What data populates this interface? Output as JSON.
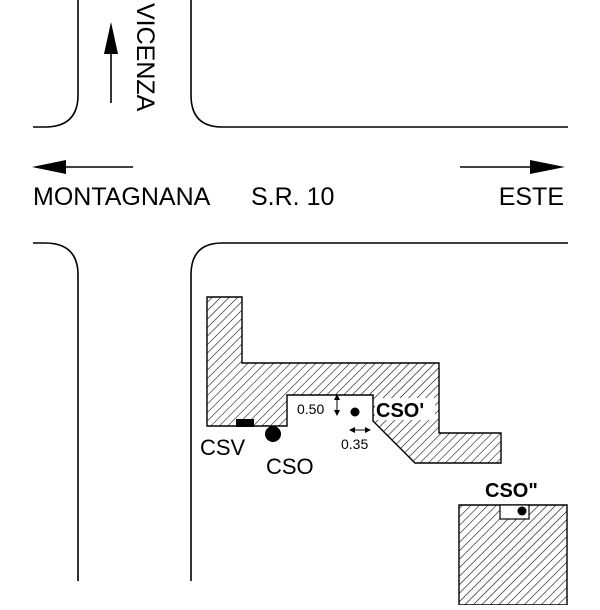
{
  "roads": {
    "north": "VICENZA",
    "west": "MONTAGNANA",
    "route": "S.R. 10",
    "east": "ESTE"
  },
  "points": {
    "csv": "CSV",
    "cso": "CSO",
    "cso_prime": "CSO'",
    "cso_double": "CSO\""
  },
  "dimensions": {
    "vertical": "0.50",
    "horizontal": "0.35"
  }
}
